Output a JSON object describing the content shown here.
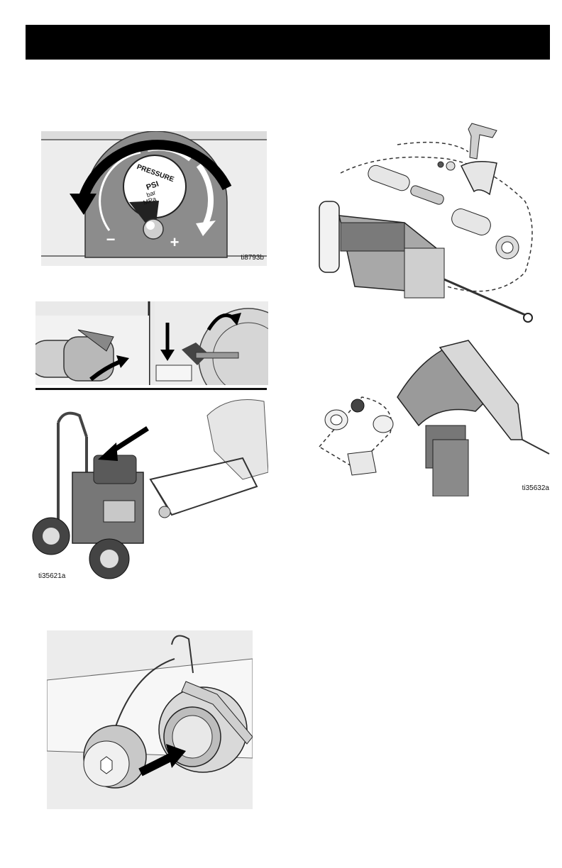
{
  "header": {
    "title": ""
  },
  "figures": {
    "pressure_knob": {
      "label": "ti8793b",
      "knob_text": "PRESSURE",
      "units": [
        "PSI",
        "bar",
        "MPa"
      ],
      "minus": "−",
      "plus": "+"
    },
    "gun_kit": {
      "label": "ti35632a"
    },
    "cart": {
      "label": "ti35621a"
    }
  }
}
